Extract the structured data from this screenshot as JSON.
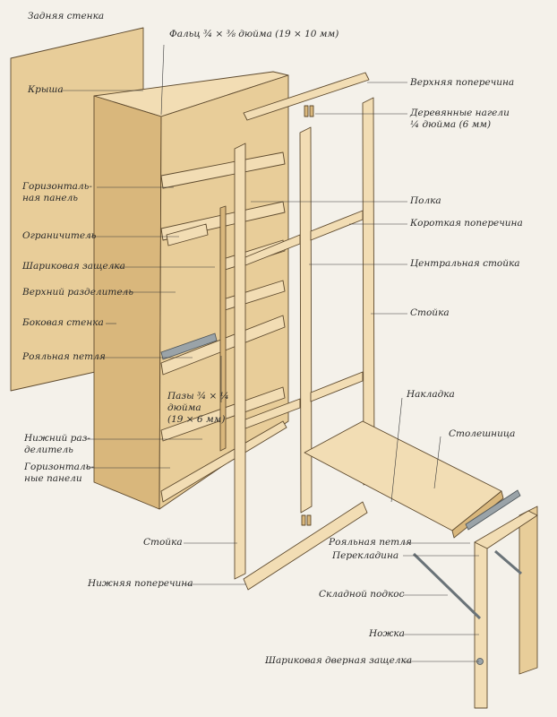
{
  "labels": {
    "back_wall": "Задняя стенка",
    "roof": "Крыша",
    "rabbet": "Фальц ¾ × ⅜ дюйма (19 × 10 мм)",
    "top_rail": "Верхняя поперечина",
    "dowels": "Деревянные нагели\n¼ дюйма (6 мм)",
    "horizontal_panel": "Горизонталь-\nная панель",
    "shelf": "Полка",
    "short_rail": "Короткая поперечина",
    "stop": "Ограничитель",
    "ball_catch": "Шариковая защелка",
    "center_stile": "Центральная стойка",
    "upper_divider": "Верхний разделитель",
    "side_wall": "Боковая стенка",
    "stile_right": "Стойка",
    "piano_hinge_left": "Рояльная петля",
    "dados": "Пазы ¾ × ¼\nдюйма\n(19 × 6 мм)",
    "cover_strip": "Накладка",
    "tabletop": "Столешница",
    "lower_divider": "Нижний раз-\nделитель",
    "horizontal_panels": "Горизонталь-\nные панели",
    "stile_bottom": "Стойка",
    "piano_hinge_right": "Рояльная петля",
    "bottom_rail": "Нижняя поперечина",
    "crossbar": "Перекладина",
    "folding_brace": "Складной подкос",
    "leg": "Ножка",
    "ball_door_catch": "Шариковая дверная защелка"
  }
}
